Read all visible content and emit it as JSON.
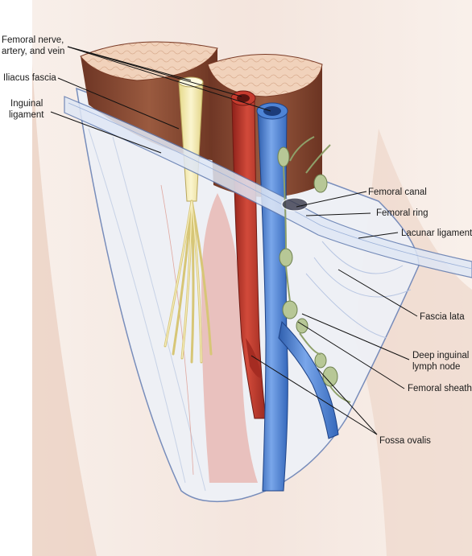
{
  "labels": {
    "femoral_nvav_line1": "Femoral nerve,",
    "femoral_nvav_line2": "artery, and vein",
    "iliacus_fascia": "Iliacus fascia",
    "inguinal_ligament_line1": "Inguinal",
    "inguinal_ligament_line2": "ligament",
    "femoral_canal": "Femoral canal",
    "femoral_ring": "Femoral ring",
    "lacunar_ligament": "Lacunar ligament",
    "fascia_lata": "Fascia lata",
    "deep_inguinal_lymph_node_line1": "Deep inguinal",
    "deep_inguinal_lymph_node_line2": "lymph node",
    "femoral_sheath": "Femoral sheath",
    "fossa_ovalis": "Fossa ovalis"
  },
  "colors": {
    "skin": "#efd6c8",
    "muscle": "#8a4a32",
    "muscle_cut": "#f3d6c0",
    "nerve": "#f4ecb0",
    "artery": "#c73a2e",
    "vein": "#4f86d8",
    "lymph": "#a7b98a",
    "fascia": "#d9e3f3",
    "ligament": "#c8d6ee"
  }
}
